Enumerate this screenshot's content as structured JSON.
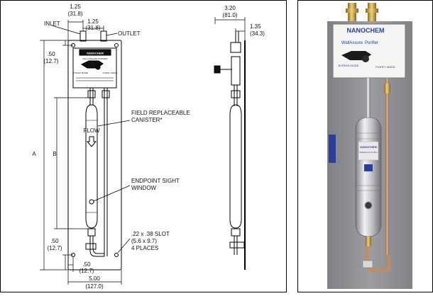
{
  "drawing": {
    "inlet_label": "INLET",
    "outlet_label": "OUTLET",
    "dim_top_left": "1.25",
    "dim_top_left_mm": "(31.8)",
    "dim_top_mid": "1.25",
    "dim_top_mid_mm": "(31.8)",
    "dim_side_top": ".50",
    "dim_side_top_mm": "(12.7)",
    "dim_a": "A",
    "dim_b": "B",
    "dim_side_bottom": ".50",
    "dim_side_bottom_mm": "(12.7)",
    "dim_bottom_small": ".50",
    "dim_bottom_small_mm": "(12.7)",
    "dim_width": "5.00",
    "dim_width_mm": "(127.0)",
    "callout_canister": "FIELD REPLACEABLE",
    "callout_canister_2": "CANISTER*",
    "flow_label": "FLOW",
    "callout_sight": "ENDPOINT SIGHT",
    "callout_sight_2": "WINDOW",
    "callout_slot": ".22 x .38 SLOT",
    "callout_slot_2": "(5.6 x 9.7)",
    "callout_slot_3": "4 PLACES",
    "dim_side_depth": "3.20",
    "dim_side_depth_mm": "(81.0)",
    "dim_side_offset": "1.35",
    "dim_side_offset_mm": "(34.3)",
    "panel_brand": "NANOCHEM",
    "panel_sub": "WALLASSURE PURIFIER",
    "panel_bypass": "BYPASS MODE",
    "panel_purify": "PURIFY MODE"
  },
  "photo": {
    "brand": "NANOCHEM",
    "product": "WallAssure",
    "product_suffix": "Purifier",
    "bypass_mode": "BYPASS MODE",
    "purify_mode": "PURIFY MODE",
    "canister_brand": "NANOCHEM",
    "canister_text": "WallAssure Purifier"
  },
  "colors": {
    "frame": "#000000",
    "backplate": "#8e8f93",
    "brand_blue": "#2a3f9a",
    "brass": "#c9a23a",
    "copper": "#c98a5a",
    "steel": "#c8c8cc"
  }
}
